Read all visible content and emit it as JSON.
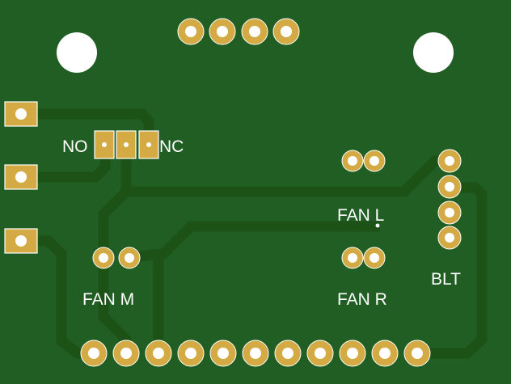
{
  "board": {
    "colors": {
      "substrate": "#215e24",
      "trace": "#1c5216",
      "copper": "#d4aa45",
      "silkscreen": "#ffffff",
      "drill": "#ffffff"
    },
    "labels": {
      "no": "NO",
      "nc": "NC",
      "fan_l": "FAN L",
      "fan_r": "FAN R",
      "fan_m": "FAN M",
      "blt": "BLT"
    },
    "components": [
      {
        "name": "top-header",
        "pins": 4,
        "type": "through-hole-round"
      },
      {
        "name": "relay-jumper",
        "pins": 3,
        "type": "square-pad",
        "labels": [
          "NO",
          "NC"
        ]
      },
      {
        "name": "side-terminals",
        "pins": 3,
        "type": "square-pad"
      },
      {
        "name": "fan-l-connector",
        "pins": 2,
        "type": "through-hole-round"
      },
      {
        "name": "fan-r-connector",
        "pins": 2,
        "type": "through-hole-round"
      },
      {
        "name": "fan-m-connector",
        "pins": 2,
        "type": "through-hole-round"
      },
      {
        "name": "blt-connector",
        "pins": 4,
        "type": "through-hole-round"
      },
      {
        "name": "bottom-header",
        "pins": 11,
        "type": "through-hole-round"
      },
      {
        "name": "mounting-holes",
        "count": 2,
        "type": "non-plated"
      }
    ]
  }
}
